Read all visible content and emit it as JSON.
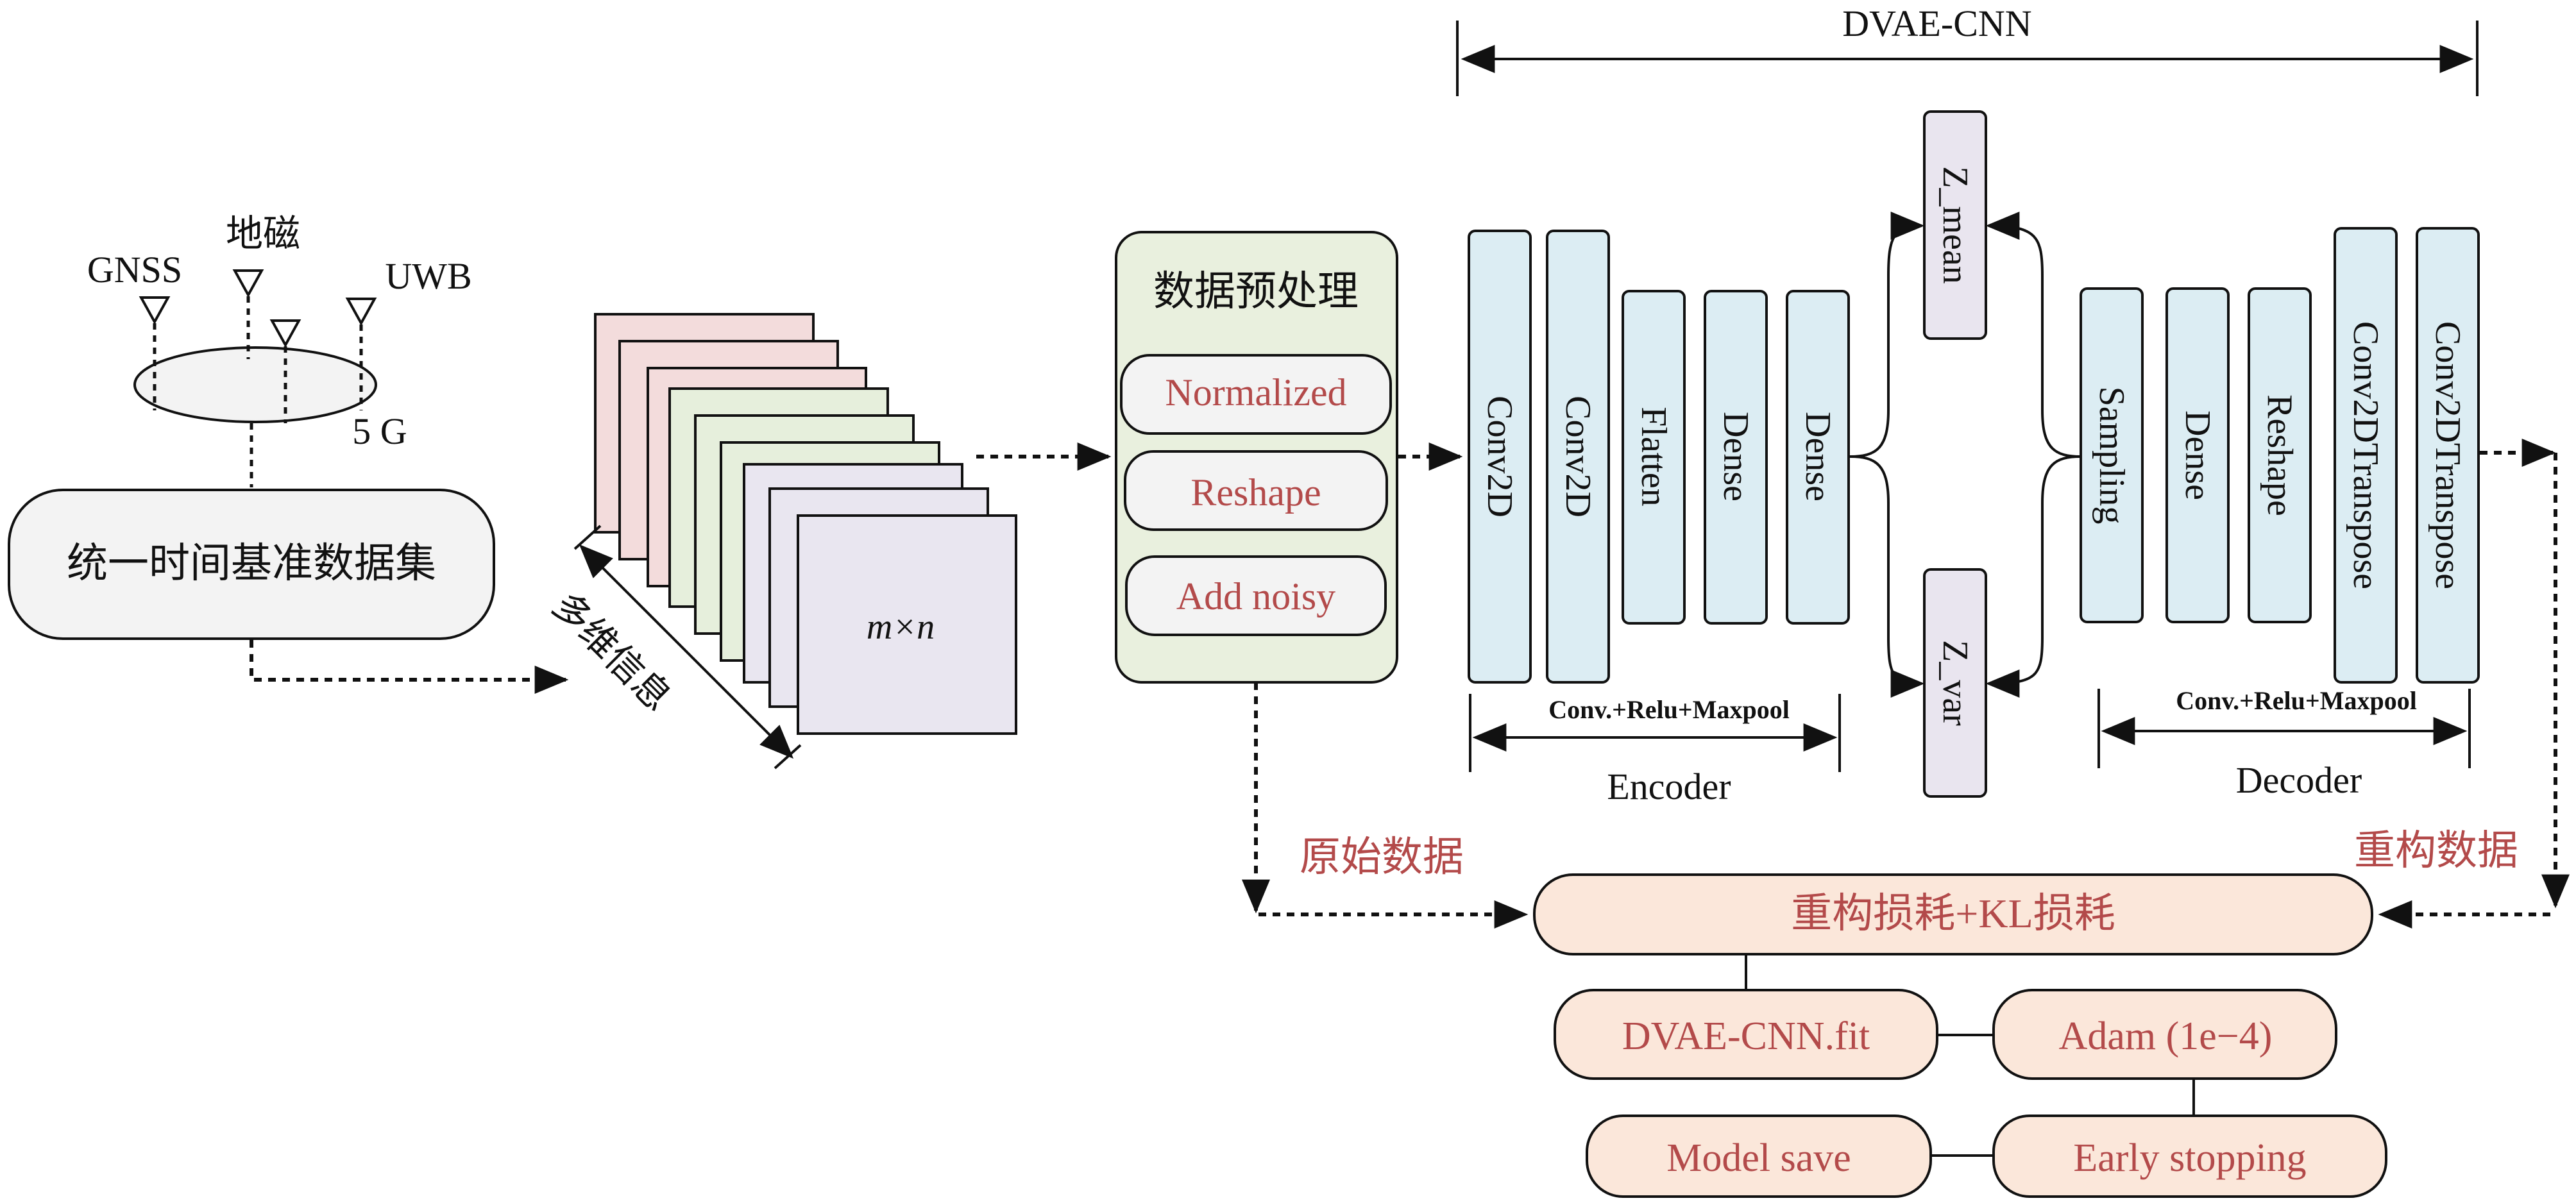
{
  "title": "DVAE-CNN",
  "sensors": {
    "gnss": "GNSS",
    "geomag": "地磁",
    "uwb": "UWB",
    "fiveg": "5 G"
  },
  "dataset_label": "统一时间基准数据集",
  "multi_info_label": "多维信息",
  "matrix_label": "m×n",
  "preprocess": {
    "title": "数据预处理",
    "steps": [
      "Normalized",
      "Reshape",
      "Add noisy"
    ]
  },
  "encoder": {
    "layers": [
      "Conv2D",
      "Conv2D",
      "Flatten",
      "Dense",
      "Dense"
    ],
    "block_label": "Conv.+Relu+Maxpool",
    "label": "Encoder"
  },
  "latent": {
    "mean": "Z_mean",
    "var": "Z_var"
  },
  "decoder": {
    "layers": [
      "Sampling",
      "Dense",
      "Reshape",
      "Conv2DTranspose",
      "Conv2DTranspose"
    ],
    "block_label": "Conv.+Relu+Maxpool",
    "label": "Decoder"
  },
  "original_data_label": "原始数据",
  "reconstructed_data_label": "重构数据",
  "loss_label": "重构损耗+KL损耗",
  "training": {
    "fit": "DVAE-CNN.fit",
    "optimizer": "Adam (1e−4)",
    "save": "Model save",
    "early_stopping": "Early stopping"
  },
  "colors": {
    "layer_fill": "#dcedf3",
    "latent_fill": "#e9e5ef",
    "preprocess_fill": "#e9f0de",
    "dataset_fill": "#f3f3f3",
    "loss_fill": "#fbe7da",
    "text_red": "#b34a4a",
    "stack_pink": "#f3dcdc",
    "stack_green": "#e6efdc",
    "stack_purple": "#e9e6f0"
  }
}
